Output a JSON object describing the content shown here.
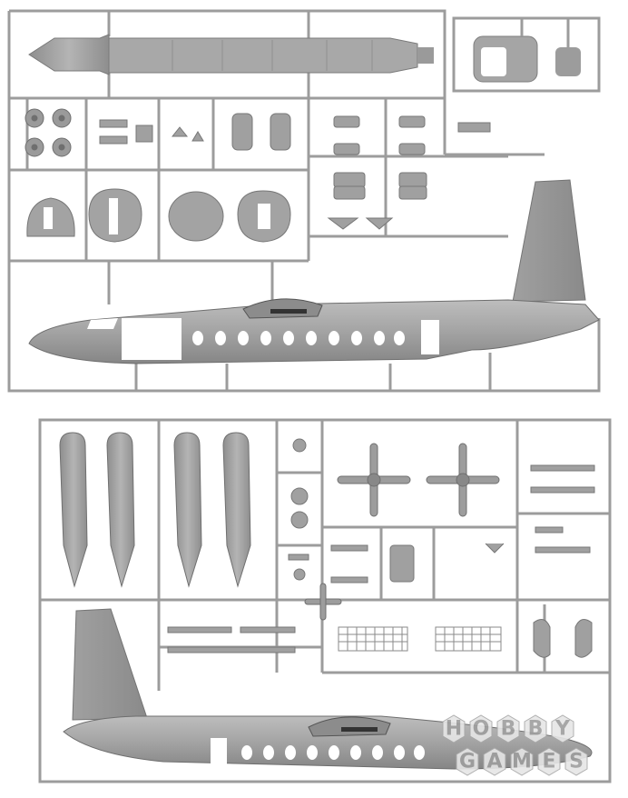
{
  "image": {
    "subject": "model-kit-sprues",
    "background_color": "#ffffff",
    "plastic_color": "#a3a3a3",
    "plastic_dark": "#7d7d7d",
    "plastic_light": "#c4c4c4",
    "window_color": "#ffffff"
  },
  "watermark": {
    "line1": [
      "H",
      "O",
      "B",
      "B",
      "Y"
    ],
    "line2": [
      "G",
      "A",
      "M",
      "E",
      "S"
    ]
  }
}
